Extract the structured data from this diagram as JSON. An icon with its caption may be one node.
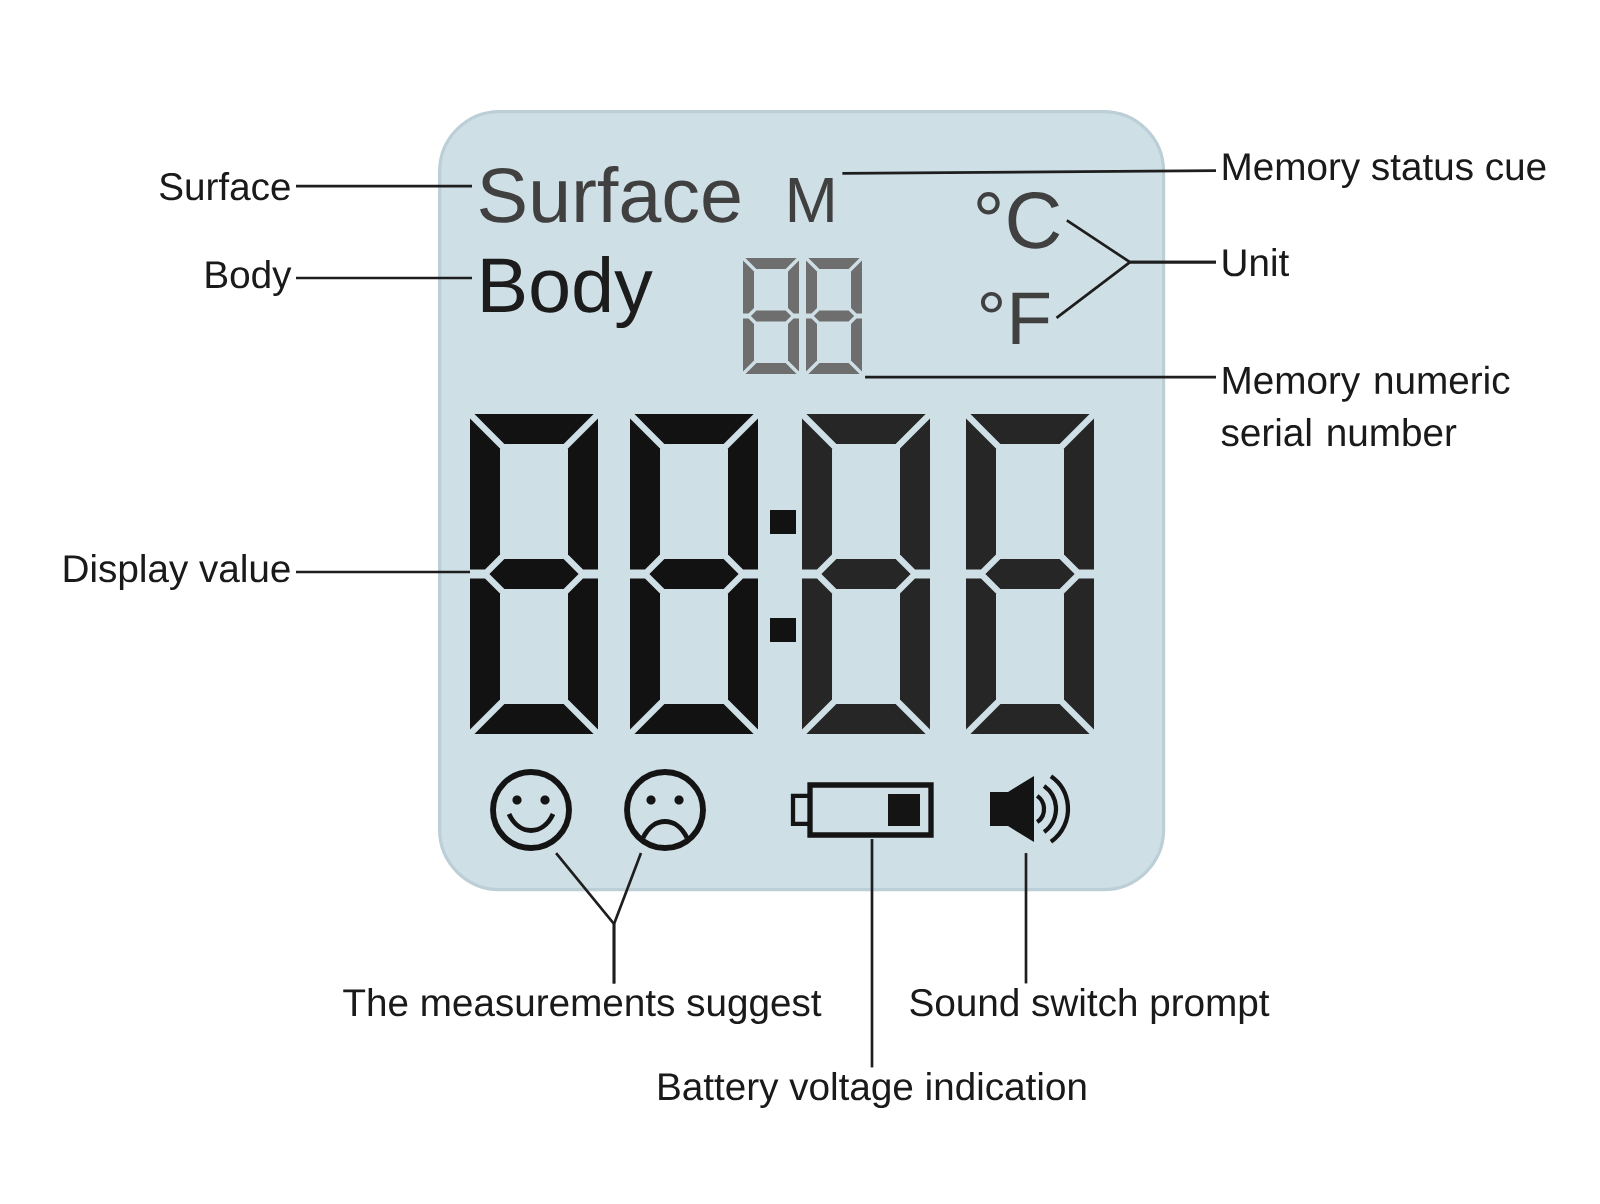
{
  "diagram": {
    "nodes": [
      {
        "text": [],
        "shape": "box"
      },
      {
        "text": [
          "Surface"
        ]
      },
      {
        "text": [
          "Surface"
        ],
        "in": 0
      },
      {
        "text": [
          "Body"
        ]
      },
      {
        "text": [
          "Body"
        ],
        "in": 0
      },
      {
        "text": [
          "Memory status cue"
        ]
      },
      {
        "text": [
          "M"
        ],
        "in": 0
      },
      {
        "text": [
          "Unit"
        ]
      },
      {
        "text": [
          "°C"
        ],
        "in": 0
      },
      {
        "text": [
          "°F"
        ],
        "in": 0
      },
      {
        "text": [
          "Memory numeric serial number"
        ]
      },
      {
        "text": [],
        "shape": "picture",
        "in": 0
      },
      {
        "text": [
          "Display value"
        ]
      },
      {
        "text": [],
        "shape": "picture",
        "in": 0
      },
      {
        "text": [
          "The measurements suggest"
        ]
      },
      {
        "text": [],
        "shape": "picture",
        "in": 0
      },
      {
        "text": [],
        "shape": "picture",
        "in": 0
      },
      {
        "text": [
          "Battery voltage indication"
        ]
      },
      {
        "text": [],
        "shape": "picture",
        "in": 0
      },
      {
        "text": [
          "Sound switch prompt"
        ]
      },
      {
        "text": [],
        "shape": "picture",
        "in": 0
      }
    ],
    "edges": [
      {
        "from": 1,
        "to": 2,
        "arrow": "none"
      },
      {
        "from": 3,
        "to": 4,
        "arrow": "none"
      },
      {
        "from": 5,
        "to": 6,
        "arrow": "none"
      },
      {
        "from": 7,
        "to": 8,
        "arrow": "none"
      },
      {
        "from": 7,
        "to": 9,
        "arrow": "none"
      },
      {
        "from": 10,
        "to": 11,
        "arrow": "none"
      },
      {
        "from": 12,
        "to": 13,
        "arrow": "none"
      },
      {
        "from": 14,
        "to": 15,
        "arrow": "none"
      },
      {
        "from": 14,
        "to": 16,
        "arrow": "none"
      },
      {
        "from": 17,
        "to": 18,
        "arrow": "none"
      },
      {
        "from": 19,
        "to": 20,
        "arrow": "none"
      }
    ]
  }
}
